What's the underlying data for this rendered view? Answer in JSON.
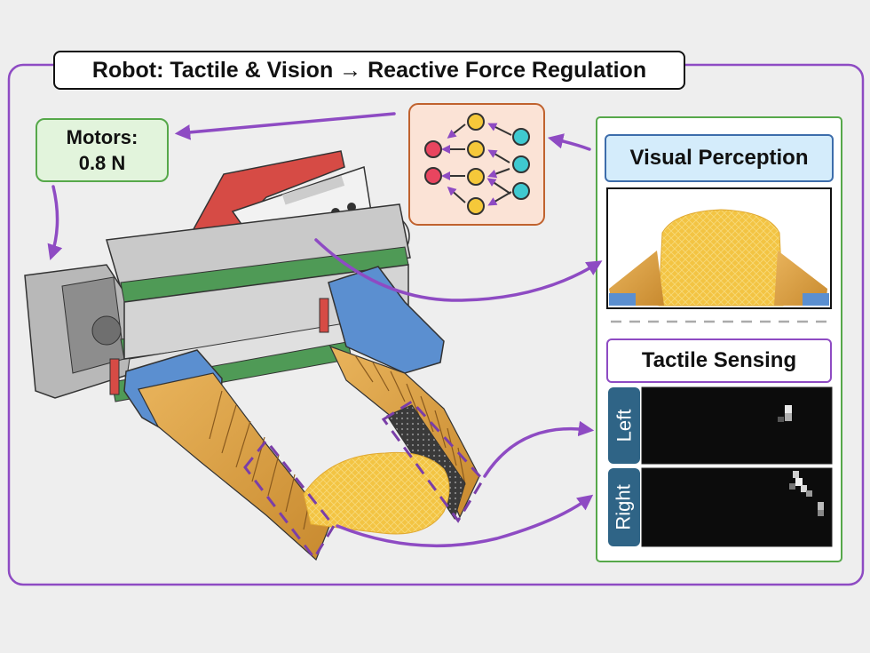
{
  "title": "Robot: Tactile & Vision →  Reactive Force Regulation",
  "motors": {
    "line1": "Motors:",
    "line2": "0.8 N"
  },
  "visual_perception": {
    "label": "Visual Perception"
  },
  "tactile_sensing": {
    "label": "Tactile Sensing",
    "left_label": "Left",
    "right_label": "Right"
  },
  "colors": {
    "frame": "#8e4bc3",
    "arrow": "#8e4bc3",
    "network_bg": "#fbe3d6",
    "network_border": "#c0622e",
    "node_red": "#e8455f",
    "node_yellow": "#f5c83a",
    "node_teal": "#3fc9d0",
    "finger": "#e2a84a",
    "mount_blue": "#5b8fd0",
    "camera_red": "#d64b45",
    "chip": "#f3c443"
  },
  "icons": [
    "neural-network-icon",
    "robot-gripper-illustration",
    "camera-sensor-icon",
    "potato-chip-object"
  ]
}
